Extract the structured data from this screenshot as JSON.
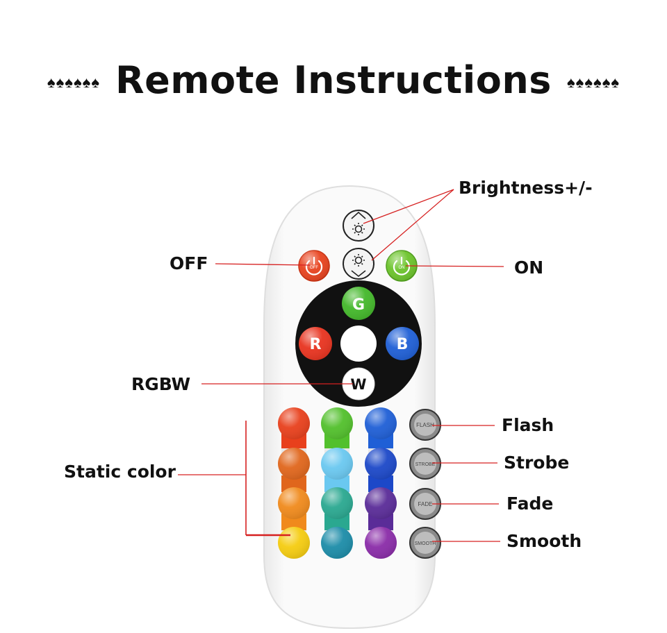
{
  "title": "Remote Instructions",
  "title_ornament": "♠♠♠♠♠♠",
  "labels": {
    "brightness": "Brightness+/-",
    "off": "OFF",
    "on": "ON",
    "rgbw": "RGBW",
    "static_color": "Static color",
    "flash": "Flash",
    "strobe": "Strobe",
    "fade": "Fade",
    "smooth": "Smooth"
  },
  "remote": {
    "off_button_text": "OFF",
    "on_button_text": "ON",
    "wheel": {
      "g": "G",
      "r": "R",
      "b": "B",
      "w": "W"
    },
    "mode_buttons": [
      "FLASH",
      "STROBE",
      "FADE",
      "SMOOTH"
    ],
    "icons": {
      "brightness_up": "sun-up-icon",
      "brightness_down": "sun-down-icon",
      "power": "power-icon"
    },
    "colors": {
      "off": "#e8431f",
      "on": "#6cc42b",
      "g": "#43b82a",
      "r": "#e8331f",
      "b": "#1f5fd6",
      "wheel": "#111111",
      "grid": [
        [
          "#e8401c",
          "#52c02c",
          "#1f5fd6"
        ],
        [
          "#e0661c",
          "#6ac8f0",
          "#1c48c8"
        ],
        [
          "#f08a1c",
          "#2aa890",
          "#5a2c98"
        ],
        [
          "#f5cc10",
          "#1c8ca8",
          "#8a2ca8"
        ]
      ]
    }
  }
}
